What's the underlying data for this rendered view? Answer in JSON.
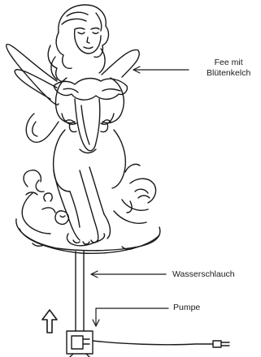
{
  "labels": {
    "fairy_line1": "Fee mit",
    "fairy_line2": "Blütenkelch",
    "hose": "Wasserschlauch",
    "pump": "Pumpe"
  },
  "colors": {
    "line": "#1a1a1a",
    "background": "#ffffff"
  },
  "icons": {
    "flow_direction": "up-arrow-icon"
  }
}
